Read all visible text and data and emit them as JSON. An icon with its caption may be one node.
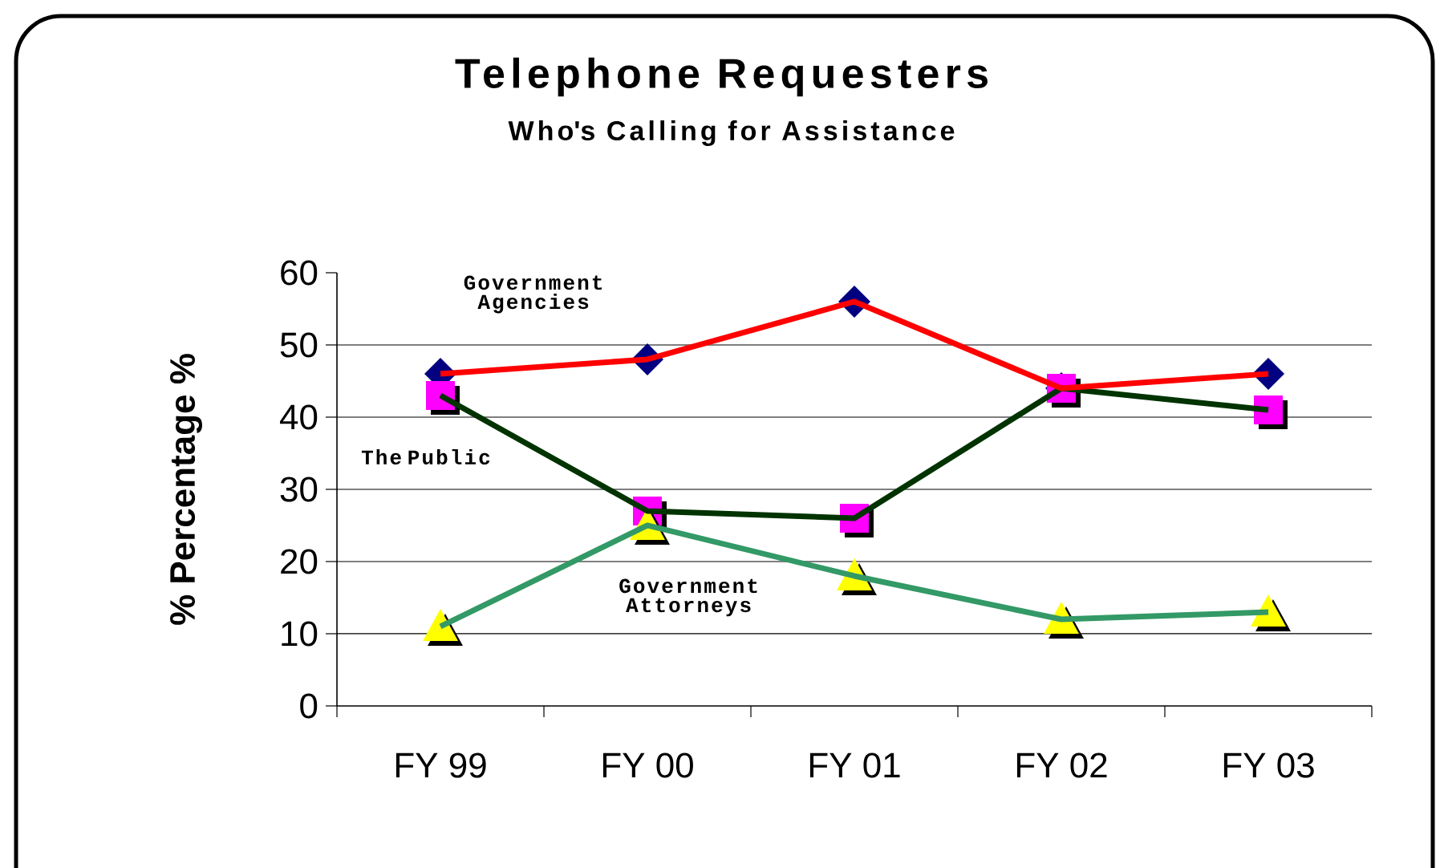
{
  "diagram": {
    "title": "Telephone Requesters",
    "caption": "Who's Calling for Assistance",
    "chart_data": {
      "type": "line",
      "ylabel": "% Percentage %",
      "grid": true,
      "categories": [
        "FY 99",
        "FY 00",
        "FY 01",
        "FY 02",
        "FY 03"
      ],
      "ylim": [
        0,
        60
      ],
      "yticks": [
        0,
        10,
        20,
        30,
        40,
        50,
        60
      ],
      "series": [
        {
          "name": "Government Agencies",
          "color": "#ff0000",
          "marker": "diamond",
          "values": [
            46,
            48,
            56,
            44,
            46
          ]
        },
        {
          "name": "The Public",
          "color": "#003300",
          "marker": "square",
          "values": [
            43,
            27,
            26,
            44,
            41
          ]
        },
        {
          "name": "Government Attorneys",
          "color": "#339966",
          "marker": "triangle",
          "values": [
            11,
            25,
            18,
            12,
            13
          ]
        }
      ]
    }
  }
}
